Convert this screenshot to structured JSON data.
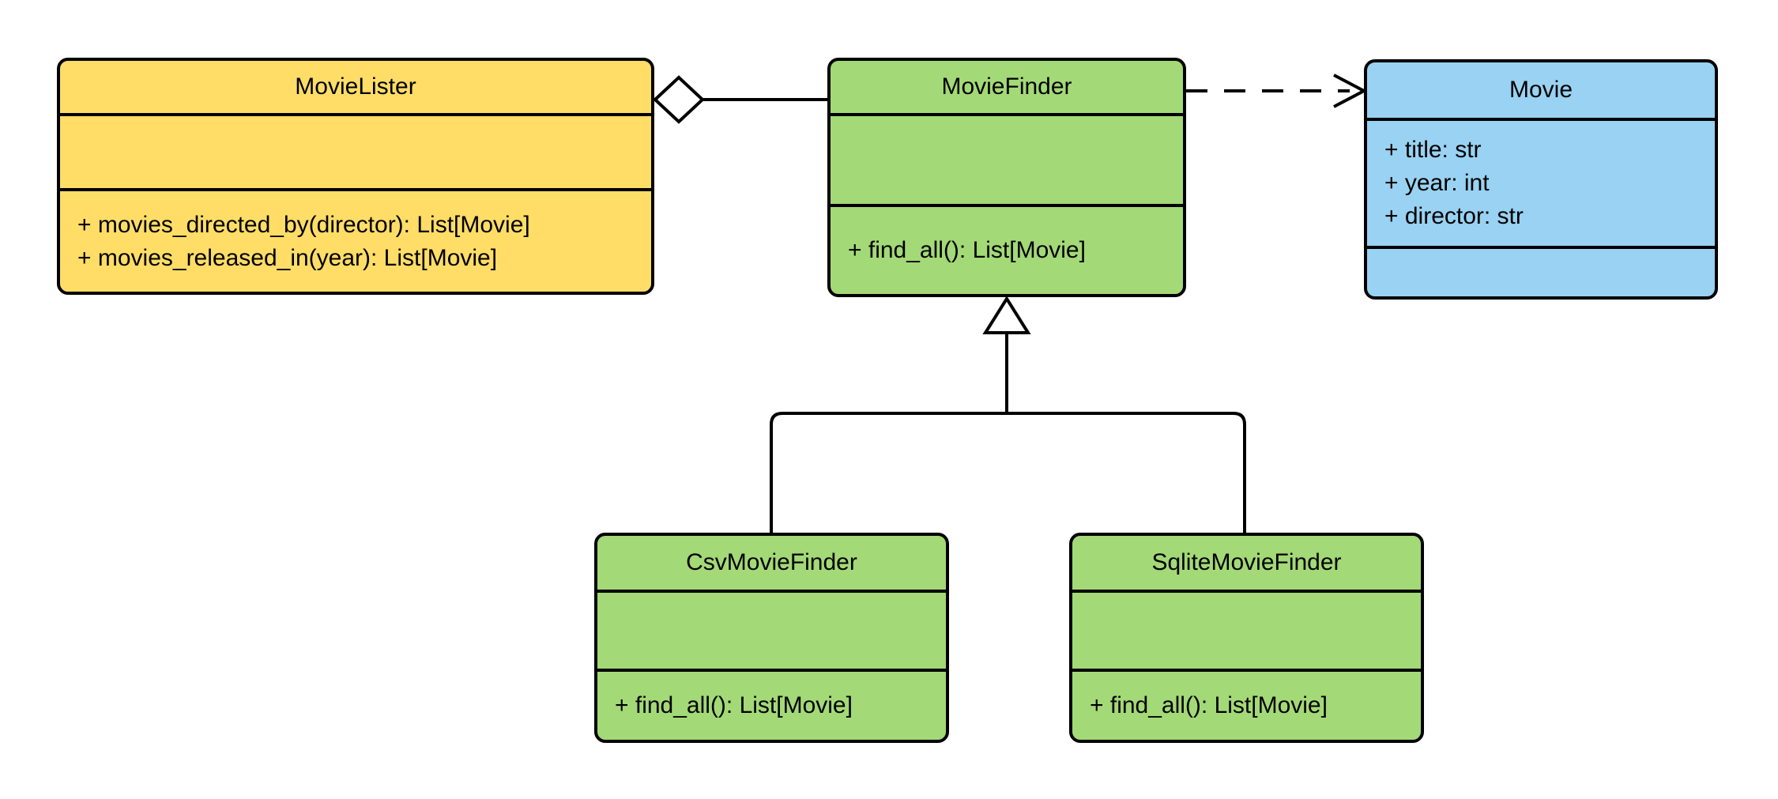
{
  "diagram": {
    "background_color": "#FFFFFF",
    "stroke_color": "#000000",
    "fill_colors": {
      "yellow": "#FFDD67",
      "green": "#A3D977",
      "blue": "#99D2F2"
    },
    "classes": [
      {
        "name": "MovieLister",
        "fill": "#FFDD67",
        "attributes": [],
        "methods": [
          "+ movies_directed_by(director): List[Movie]",
          "+ movies_released_in(year): List[Movie]"
        ]
      },
      {
        "name": "MovieFinder",
        "fill": "#A3D977",
        "attributes": [],
        "methods": [
          "+ find_all(): List[Movie]"
        ]
      },
      {
        "name": "Movie",
        "fill": "#99D2F2",
        "attributes": [
          "+ title: str",
          "+ year: int",
          "+ director: str"
        ],
        "methods": []
      },
      {
        "name": "CsvMovieFinder",
        "fill": "#A3D977",
        "attributes": [],
        "methods": [
          "+ find_all(): List[Movie]"
        ]
      },
      {
        "name": "SqliteMovieFinder",
        "fill": "#A3D977",
        "attributes": [],
        "methods": [
          "+ find_all(): List[Movie]"
        ]
      }
    ],
    "relationships": [
      {
        "type": "aggregation",
        "from": "MovieLister",
        "to": "MovieFinder",
        "line": "solid",
        "marker": "hollow-diamond"
      },
      {
        "type": "dependency",
        "from": "MovieFinder",
        "to": "Movie",
        "line": "dashed",
        "marker": "open-arrow"
      },
      {
        "type": "generalization",
        "from": "CsvMovieFinder",
        "to": "MovieFinder",
        "line": "solid",
        "marker": "hollow-triangle"
      },
      {
        "type": "generalization",
        "from": "SqliteMovieFinder",
        "to": "MovieFinder",
        "line": "solid",
        "marker": "hollow-triangle"
      }
    ]
  }
}
